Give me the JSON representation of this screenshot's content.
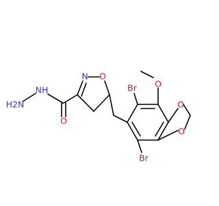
{
  "colors": {
    "bond": "#000000",
    "nitrogen": "#3333ee",
    "oxygen": "#ee1111",
    "bromine": "#a52a2a",
    "background": "#ffffff"
  },
  "atom_labels": {
    "hydrazide_nh2": "H2N",
    "hydrazide_nh": "NH",
    "carbonyl_o": "O",
    "ring_n": "N",
    "ring_o": "O",
    "br_top": "Br",
    "br_bottom": "Br",
    "methoxy_o": "O",
    "dioxole_o_top": "O",
    "dioxole_o_bottom": "O"
  }
}
